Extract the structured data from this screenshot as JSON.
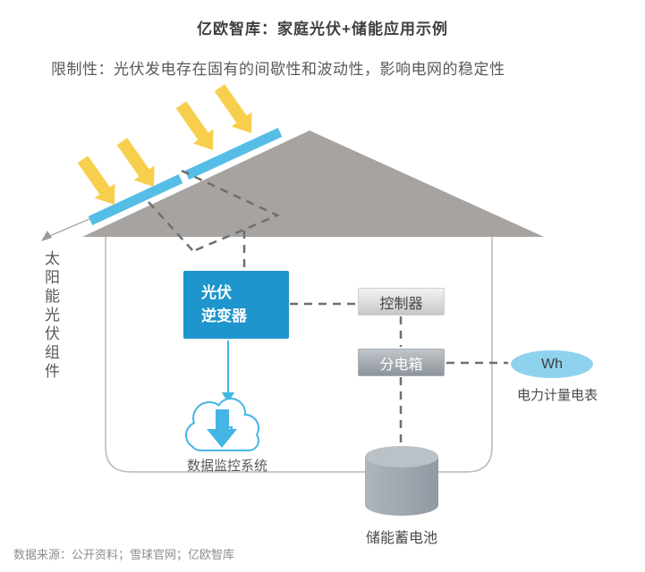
{
  "title": "亿欧智库：家庭光伏+储能应用示例",
  "subtitle": "限制性：光伏发电存在固有的间歇性和波动性，影响电网的稳定性",
  "diagram": {
    "solar_panel_label": "太阳能光伏组件",
    "inverter_label": "光伏\n逆变器",
    "controller_label": "控制器",
    "distribution_box_label": "分电箱",
    "meter_value": "Wh",
    "meter_label": "电力计量电表",
    "monitoring_label": "数据监控系统",
    "battery_label": "储能蓄电池"
  },
  "icons": [
    {
      "name": "sun-ray-arrow-icon",
      "meaning": "sunlight hitting solar panel",
      "count": 4
    },
    {
      "name": "cloud-download-icon",
      "meaning": "data monitoring cloud system"
    },
    {
      "name": "battery-cylinder-icon",
      "meaning": "energy storage battery"
    }
  ],
  "source": "数据来源：公开资料；雪球官网；亿欧智库",
  "colors": {
    "accent_blue": "#1e95cc",
    "panel_blue": "#56bee6",
    "cloud_blue": "#45b5e5",
    "meter_blue": "#8fd2ee",
    "sun_yellow": "#f8cf4d",
    "roof_gray": "#a7a3a0",
    "wall_gray": "#b9b9b9",
    "dash_gray": "#6f6f6f",
    "text_dark": "#3f3f3f",
    "text_gray": "#595959",
    "source_gray": "#8c8c8c"
  }
}
